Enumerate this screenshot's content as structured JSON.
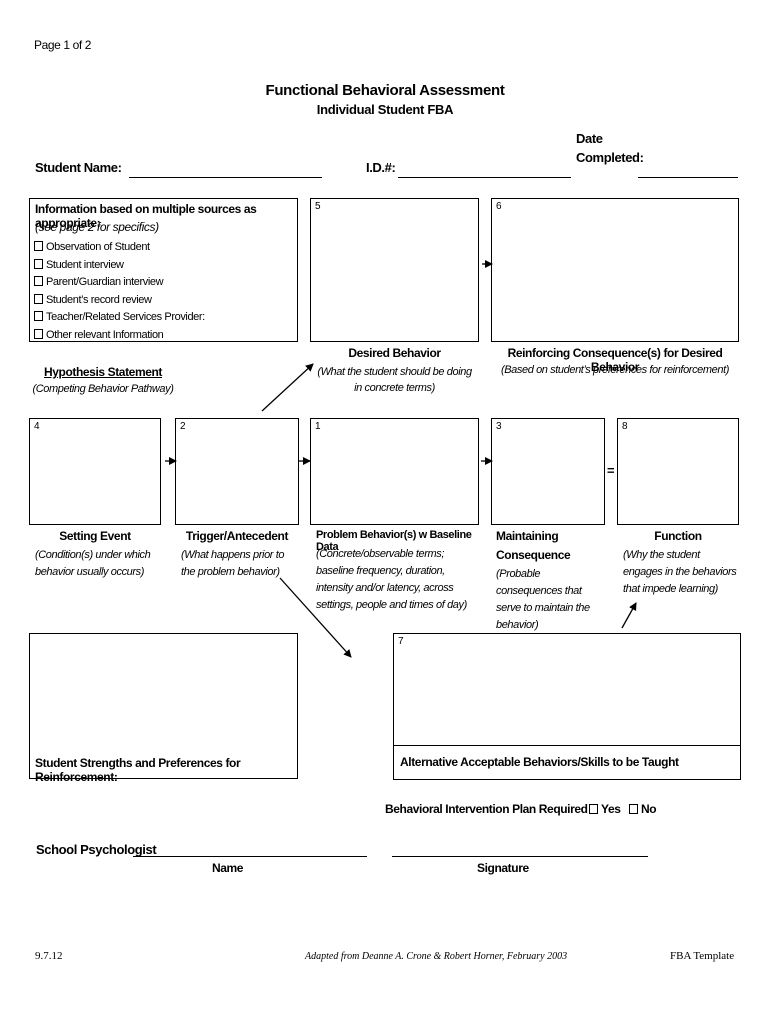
{
  "page_label": "Page 1 of 2",
  "title": "Functional Behavioral Assessment",
  "subtitle": "Individual Student FBA",
  "header": {
    "student_name_label": "Student Name:",
    "id_label": "I.D.#:",
    "date_label_line1": "Date",
    "date_label_line2": "Completed:"
  },
  "info": {
    "heading": "Information based on multiple sources as appropriate:",
    "note": "(see page 2 for specifics)",
    "items": [
      "Observation of Student",
      "Student interview",
      "Parent/Guardian interview",
      "Student’s record review",
      "Teacher/Related Services Provider:",
      "Other relevant Information"
    ]
  },
  "hypothesis": {
    "title": "Hypothesis Statement",
    "note": "(Competing Behavior Pathway)"
  },
  "boxes": {
    "b1": "1",
    "b2": "2",
    "b3": "3",
    "b4": "4",
    "b5": "5",
    "b6": "6",
    "b7": "7",
    "b8": "8"
  },
  "equals": "=",
  "desired": {
    "title": "Desired Behavior",
    "note": "(What the student should be doing in concrete terms)"
  },
  "reinforcing": {
    "title": "Reinforcing Consequence(s) for Desired Behavior",
    "note": "(Based on student’s preferences for reinforcement)"
  },
  "setting": {
    "title": "Setting Event",
    "note": "(Condition(s) under which behavior usually occurs)"
  },
  "trigger": {
    "title": "Trigger/Antecedent",
    "note": "(What happens prior to the problem behavior)"
  },
  "problem": {
    "title": "Problem Behavior(s) w Baseline Data",
    "note": "(Concrete/observable terms; baseline frequency, duration, intensity and/or latency, across settings, people and times of day)"
  },
  "maintaining": {
    "title_line1": "Maintaining",
    "title_line2": "Consequence",
    "note": "(Probable consequences that serve to maintain the behavior)"
  },
  "function": {
    "title": "Function",
    "note": "(Why the student engages in the behaviors that impede learning)"
  },
  "strengths_label": "Student  Strengths and Preferences for Reinforcement:",
  "alternative_label": "Alternative Acceptable Behaviors/Skills to be Taught",
  "bip": {
    "label": "Behavioral Intervention Plan Required",
    "yes": "Yes",
    "no": "No"
  },
  "signature": {
    "psychologist_label": "School Psychologist",
    "name_caption": "Name",
    "signature_caption": "Signature"
  },
  "footer": {
    "date": "9.7.12",
    "credit": "Adapted from Deanne A. Crone & Robert Horner, February 2003",
    "template": "FBA Template"
  }
}
